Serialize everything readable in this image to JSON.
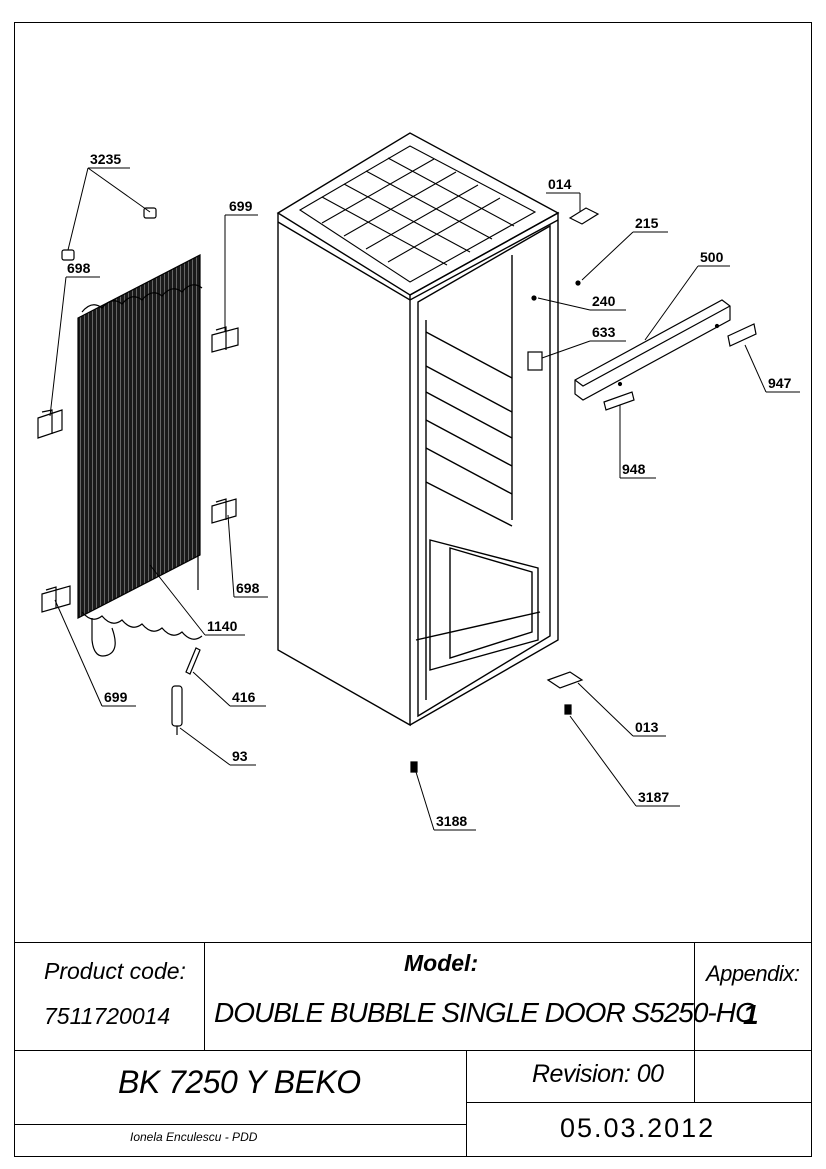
{
  "parts": [
    {
      "label": "3235"
    },
    {
      "label": "698"
    },
    {
      "label": "699"
    },
    {
      "label": "698"
    },
    {
      "label": "1140"
    },
    {
      "label": "699"
    },
    {
      "label": "416"
    },
    {
      "label": "93"
    },
    {
      "label": "014"
    },
    {
      "label": "215"
    },
    {
      "label": "500"
    },
    {
      "label": "240"
    },
    {
      "label": "633"
    },
    {
      "label": "947"
    },
    {
      "label": "948"
    },
    {
      "label": "013"
    },
    {
      "label": "3187"
    },
    {
      "label": "3188"
    }
  ],
  "title_block": {
    "product_code_label": "Product code:",
    "product_code": "7511720014",
    "model_label": "Model:",
    "model_name": "DOUBLE BUBBLE SINGLE DOOR S5250-HC",
    "appendix_label": "Appendix:",
    "appendix_value": "1",
    "product_name": "BK 7250 Y BEKO",
    "revision": "Revision: 00",
    "date": "05.03.2012",
    "author": "Ionela Enculescu - PDD"
  }
}
